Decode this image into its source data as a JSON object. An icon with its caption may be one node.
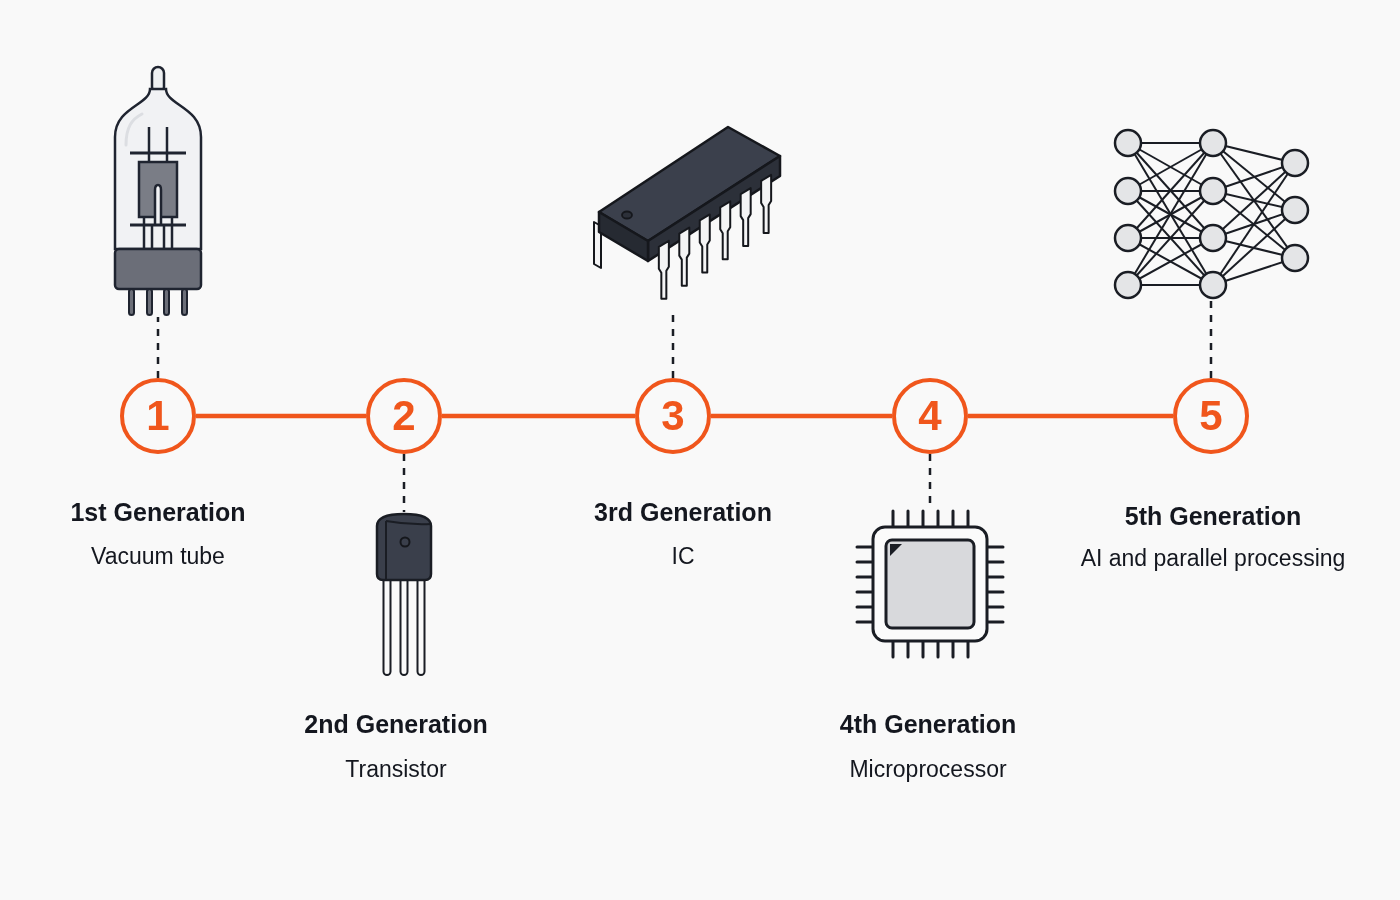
{
  "diagram": {
    "nodes": [
      {
        "text": [
          "1"
        ],
        "beside": [
          "1st Generation",
          "Vacuum tube"
        ]
      },
      {
        "text": [
          "2"
        ]
      },
      {
        "text": [
          "3"
        ],
        "beside": [
          "3rd Generation",
          "IC"
        ]
      },
      {
        "text": [
          "4"
        ]
      },
      {
        "text": [
          "5"
        ],
        "beside": [
          "5th Generation",
          "AI and parallel processing"
        ]
      },
      {
        "text": [],
        "shape": "picture"
      },
      {
        "text": [],
        "shape": "picture",
        "beside": [
          "2nd Generation",
          "Transistor"
        ]
      },
      {
        "text": [],
        "shape": "picture"
      },
      {
        "text": [],
        "shape": "picture",
        "beside": [
          "4th Generation",
          "Microprocessor"
        ]
      },
      {
        "text": [],
        "shape": "picture"
      }
    ],
    "edges": [
      {
        "from": 0,
        "to": 1,
        "arrow": "none",
        "color": "#f0561c"
      },
      {
        "from": 1,
        "to": 2,
        "arrow": "none",
        "color": "#f0561c"
      },
      {
        "from": 2,
        "to": 3,
        "arrow": "none",
        "color": "#f0561c"
      },
      {
        "from": 3,
        "to": 4,
        "arrow": "none",
        "color": "#f0561c"
      },
      {
        "from": 0,
        "to": 5,
        "arrow": "none",
        "style": "dashed"
      },
      {
        "from": 1,
        "to": 6,
        "arrow": "none",
        "style": "dashed"
      },
      {
        "from": 2,
        "to": 7,
        "arrow": "none",
        "style": "dashed"
      },
      {
        "from": 3,
        "to": 8,
        "arrow": "none",
        "style": "dashed"
      },
      {
        "from": 4,
        "to": 9,
        "arrow": "none",
        "style": "dashed"
      }
    ]
  }
}
